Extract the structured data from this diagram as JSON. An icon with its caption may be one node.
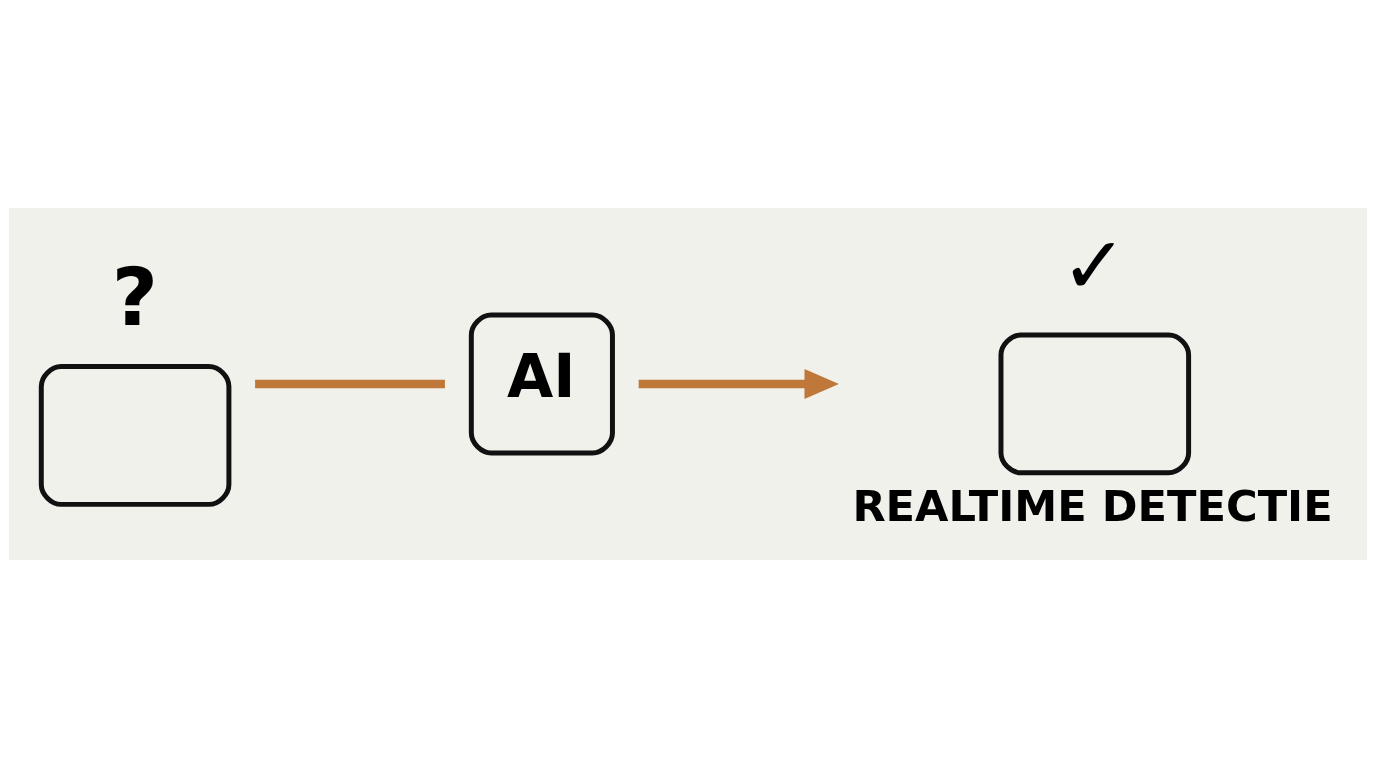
{
  "diagram": {
    "nodes": [
      {
        "text": [],
        "shape": "box",
        "beside": [
          "?"
        ]
      },
      {
        "text": [
          "AI"
        ]
      },
      {
        "text": [],
        "shape": "box",
        "beside": [
          "✓",
          "REALTIME DETECTIE"
        ]
      }
    ],
    "edges": [
      {
        "from": 0,
        "to": 1,
        "arrow": "none",
        "color": "#c0783a"
      },
      {
        "from": 1,
        "to": 2,
        "arrow": "to",
        "color": "#c0783a"
      }
    ]
  }
}
